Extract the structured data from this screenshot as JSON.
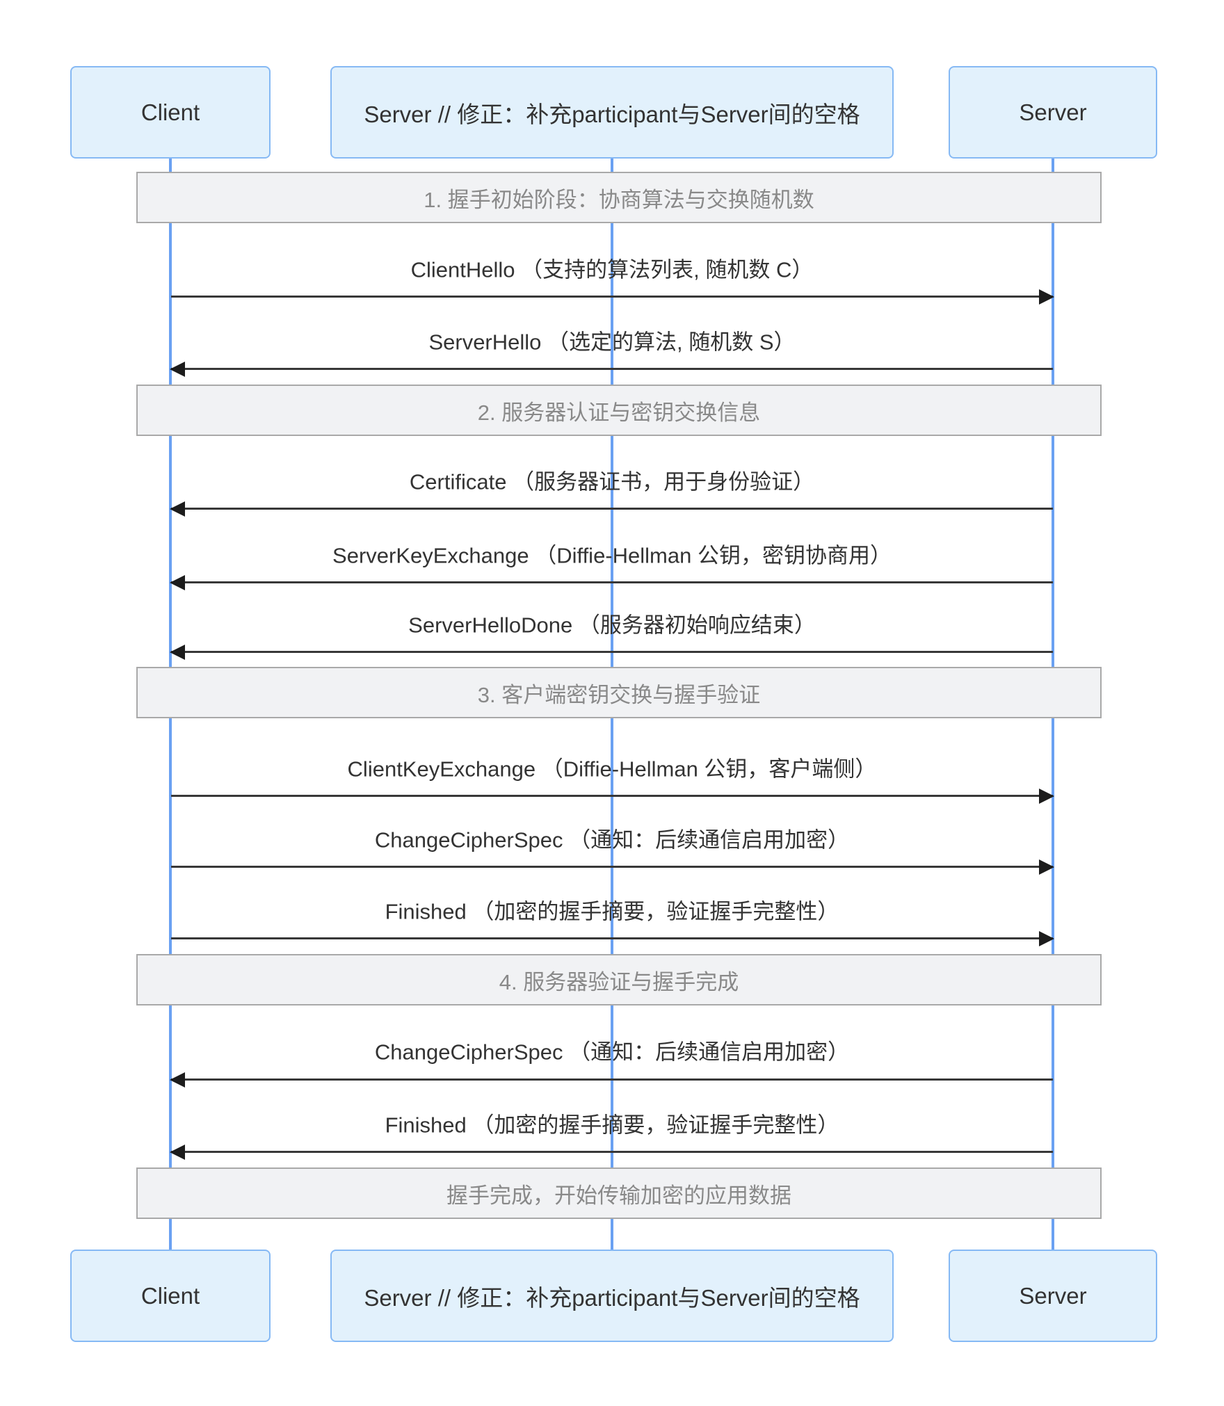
{
  "colors": {
    "actor_fill": "#e2f1fc",
    "actor_border": "#86b9f4",
    "lifeline": "#6aa1f2",
    "section_fill": "#f1f2f4",
    "section_border": "#a9a9a9",
    "section_text": "#898989",
    "message_text": "#333333",
    "arrow": "#383838",
    "arrowhead": "#1c1c1c",
    "bg": "#ffffff"
  },
  "diagram": {
    "type": "sequence",
    "participants": [
      {
        "id": "client",
        "label": "Client"
      },
      {
        "id": "server-mid",
        "label": "Server // 修正：补充participant与Server间的空格"
      },
      {
        "id": "server",
        "label": "Server"
      }
    ],
    "sections": [
      {
        "label": "1. 握手初始阶段：协商算法与交换随机数"
      },
      {
        "label": "2. 服务器认证与密钥交换信息"
      },
      {
        "label": "3. 客户端密钥交换与握手验证"
      },
      {
        "label": "4. 服务器验证与握手完成"
      }
    ],
    "final_note": "握手完成，开始传输加密的应用数据",
    "messages": [
      {
        "from": "Client",
        "to": "Server",
        "direction": "right",
        "label": "ClientHello （支持的算法列表, 随机数 C）"
      },
      {
        "from": "Server",
        "to": "Client",
        "direction": "left",
        "label": "ServerHello （选定的算法, 随机数 S）"
      },
      {
        "from": "Server",
        "to": "Client",
        "direction": "left",
        "label": "Certificate （服务器证书，用于身份验证）"
      },
      {
        "from": "Server",
        "to": "Client",
        "direction": "left",
        "label": "ServerKeyExchange （Diffie-Hellman 公钥，密钥协商用）"
      },
      {
        "from": "Server",
        "to": "Client",
        "direction": "left",
        "label": "ServerHelloDone （服务器初始响应结束）"
      },
      {
        "from": "Client",
        "to": "Server",
        "direction": "right",
        "label": "ClientKeyExchange （Diffie-Hellman 公钥，客户端侧）"
      },
      {
        "from": "Client",
        "to": "Server",
        "direction": "right",
        "label": "ChangeCipherSpec （通知：后续通信启用加密）"
      },
      {
        "from": "Client",
        "to": "Server",
        "direction": "right",
        "label": "Finished （加密的握手摘要，验证握手完整性）"
      },
      {
        "from": "Server",
        "to": "Client",
        "direction": "left",
        "label": "ChangeCipherSpec （通知：后续通信启用加密）"
      },
      {
        "from": "Server",
        "to": "Client",
        "direction": "left",
        "label": "Finished （加密的握手摘要，验证握手完整性）"
      }
    ]
  }
}
